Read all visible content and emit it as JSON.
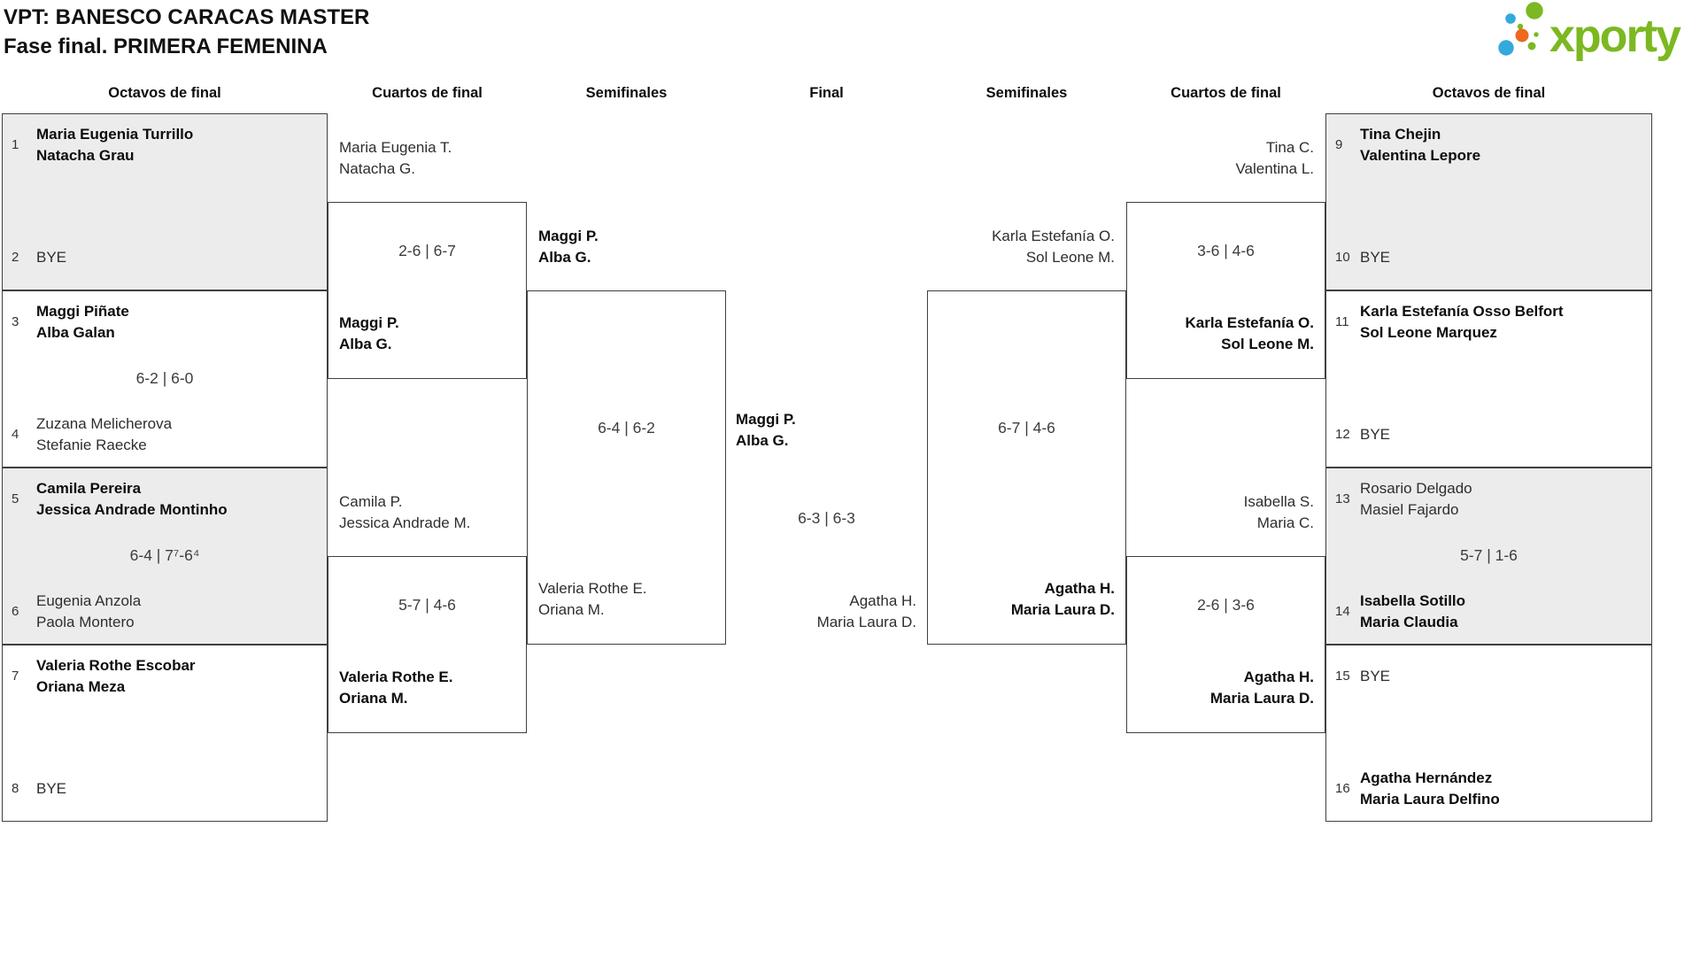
{
  "header": {
    "title_line1": "VPT: BANESCO CARACAS MASTER",
    "title_line2": "Fase final. PRIMERA FEMENINA",
    "logo_text": "xporty"
  },
  "logo_colors": {
    "green": "#7cb821",
    "blue": "#33a9dc",
    "orange": "#ec691f"
  },
  "columns": [
    "Octavos de final",
    "Cuartos de final",
    "Semifinales",
    "Final",
    "Semifinales",
    "Cuartos de final",
    "Octavos de final"
  ],
  "bracket": {
    "r16": [
      {
        "score": "",
        "top": {
          "seed": "1",
          "line1": "Maria Eugenia Turrillo",
          "line2": "Natacha Grau",
          "winner": true
        },
        "bottom": {
          "seed": "2",
          "line1": "BYE",
          "line2": "",
          "winner": false
        }
      },
      {
        "score": "6-2 | 6-0",
        "top": {
          "seed": "3",
          "line1": "Maggi Piñate",
          "line2": "Alba Galan",
          "winner": true
        },
        "bottom": {
          "seed": "4",
          "line1": "Zuzana Melicherova",
          "line2": "Stefanie Raecke",
          "winner": false
        }
      },
      {
        "score": "6-4 | 7⁷-6⁴",
        "top": {
          "seed": "5",
          "line1": "Camila Pereira",
          "line2": "Jessica Andrade Montinho",
          "winner": true
        },
        "bottom": {
          "seed": "6",
          "line1": "Eugenia Anzola",
          "line2": "Paola Montero",
          "winner": false
        }
      },
      {
        "score": "",
        "top": {
          "seed": "7",
          "line1": "Valeria Rothe Escobar",
          "line2": "Oriana Meza",
          "winner": true
        },
        "bottom": {
          "seed": "8",
          "line1": "BYE",
          "line2": "",
          "winner": false
        }
      },
      {
        "score": "",
        "top": {
          "seed": "9",
          "line1": "Tina Chejin",
          "line2": "Valentina Lepore",
          "winner": true
        },
        "bottom": {
          "seed": "10",
          "line1": "BYE",
          "line2": "",
          "winner": false
        }
      },
      {
        "score": "",
        "top": {
          "seed": "11",
          "line1": "Karla Estefanía Osso Belfort",
          "line2": "Sol Leone Marquez",
          "winner": true
        },
        "bottom": {
          "seed": "12",
          "line1": "BYE",
          "line2": "",
          "winner": false
        }
      },
      {
        "score": "5-7 | 1-6",
        "top": {
          "seed": "13",
          "line1": "Rosario Delgado",
          "line2": "Masiel Fajardo",
          "winner": false
        },
        "bottom": {
          "seed": "14",
          "line1": "Isabella Sotillo",
          "line2": "Maria Claudia",
          "winner": true
        }
      },
      {
        "score": "",
        "top": {
          "seed": "15",
          "line1": "BYE",
          "line2": "",
          "winner": false
        },
        "bottom": {
          "seed": "16",
          "line1": "Agatha Hernández",
          "line2": "Maria Laura Delfino",
          "winner": true
        }
      }
    ],
    "qf": [
      {
        "score": "2-6 | 6-7",
        "top": {
          "line1": "Maria Eugenia T.",
          "line2": "Natacha G.",
          "winner": false
        },
        "bottom": {
          "line1": "Maggi P.",
          "line2": "Alba G.",
          "winner": true
        }
      },
      {
        "score": "5-7 | 4-6",
        "top": {
          "line1": "Camila P.",
          "line2": "Jessica Andrade M.",
          "winner": false
        },
        "bottom": {
          "line1": "Valeria Rothe E.",
          "line2": "Oriana M.",
          "winner": true
        }
      },
      {
        "score": "3-6 | 4-6",
        "top": {
          "line1": "Tina C.",
          "line2": "Valentina L.",
          "winner": false
        },
        "bottom": {
          "line1": "Karla Estefanía O.",
          "line2": "Sol Leone M.",
          "winner": true
        }
      },
      {
        "score": "2-6 | 3-6",
        "top": {
          "line1": "Isabella S.",
          "line2": "Maria C.",
          "winner": false
        },
        "bottom": {
          "line1": "Agatha H.",
          "line2": "Maria Laura D.",
          "winner": true
        }
      }
    ],
    "sf": [
      {
        "score": "6-4 | 6-2",
        "top": {
          "line1": "Maggi P.",
          "line2": "Alba G.",
          "winner": true
        },
        "bottom": {
          "line1": "Valeria Rothe E.",
          "line2": "Oriana M.",
          "winner": false
        }
      },
      {
        "score": "6-7 | 4-6",
        "top": {
          "line1": "Karla Estefanía O.",
          "line2": "Sol Leone M.",
          "winner": false
        },
        "bottom": {
          "line1": "Agatha H.",
          "line2": "Maria Laura D.",
          "winner": true
        }
      }
    ],
    "final": {
      "score": "6-3 | 6-3",
      "winner": {
        "line1": "Maggi P.",
        "line2": "Alba G."
      },
      "runner_up": {
        "line1": "Agatha H.",
        "line2": "Maria Laura D."
      }
    }
  }
}
